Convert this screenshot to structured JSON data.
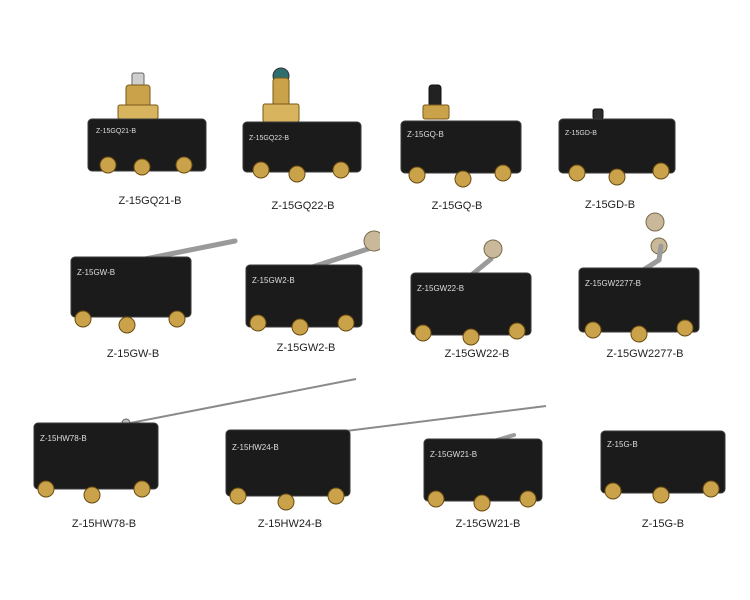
{
  "colors": {
    "body": "#1b1b1b",
    "body_edge": "#3a3a3a",
    "brass": "#c9a24a",
    "steel": "#9a9a9a",
    "background": "#ffffff"
  },
  "switches": [
    {
      "id": "z-15gq21-b",
      "caption": "Z-15GQ21-B",
      "body_label": "Z-15GQ21-B",
      "actuator": "roller-plunger-large",
      "actuator_icon": "roller-plunger-icon"
    },
    {
      "id": "z-15gq22-b",
      "caption": "Z-15GQ22-B",
      "body_label": "Z-15GQ22-B",
      "actuator": "roller-plunger-cross",
      "actuator_icon": "roller-plunger-icon"
    },
    {
      "id": "z-15gq-b",
      "caption": "Z-15GQ-B",
      "body_label": "Z-15GQ-B",
      "actuator": "plunger",
      "actuator_icon": "plunger-icon"
    },
    {
      "id": "z-15gd-b",
      "caption": "Z-15GD-B",
      "body_label": "Z-15GD-B",
      "actuator": "short-pin",
      "actuator_icon": "pin-plunger-icon"
    },
    {
      "id": "z-15gw-b",
      "caption": "Z-15GW-B",
      "body_label": "Z-15GW-B",
      "actuator": "long-lever",
      "actuator_icon": "lever-icon"
    },
    {
      "id": "z-15gw2-b",
      "caption": "Z-15GW2-B",
      "body_label": "Z-15GW2-B",
      "actuator": "roller-lever",
      "actuator_icon": "roller-lever-icon"
    },
    {
      "id": "z-15gw22-b",
      "caption": "Z-15GW22-B",
      "body_label": "Z-15GW22-B",
      "actuator": "short-roller-lever",
      "actuator_icon": "roller-lever-icon"
    },
    {
      "id": "z-15gw2277-b",
      "caption": "Z-15GW2277-B",
      "body_label": "Z-15GW2277-B",
      "actuator": "bent-roller-lever",
      "actuator_icon": "roller-lever-icon"
    },
    {
      "id": "z-15hw78-b",
      "caption": "Z-15HW78-B",
      "body_label": "Z-15HW78-B",
      "actuator": "wire-lever-long",
      "actuator_icon": "wire-lever-icon"
    },
    {
      "id": "z-15hw24-b",
      "caption": "Z-15HW24-B",
      "body_label": "Z-15HW24-B",
      "actuator": "wire-lever",
      "actuator_icon": "wire-lever-icon"
    },
    {
      "id": "z-15gw21-b",
      "caption": "Z-15GW21-B",
      "body_label": "Z-15GW21-B",
      "actuator": "short-lever",
      "actuator_icon": "lever-icon"
    },
    {
      "id": "z-15g-b",
      "caption": "Z-15G-B",
      "body_label": "Z-15G-B",
      "actuator": "none",
      "actuator_icon": "no-actuator-icon"
    }
  ]
}
